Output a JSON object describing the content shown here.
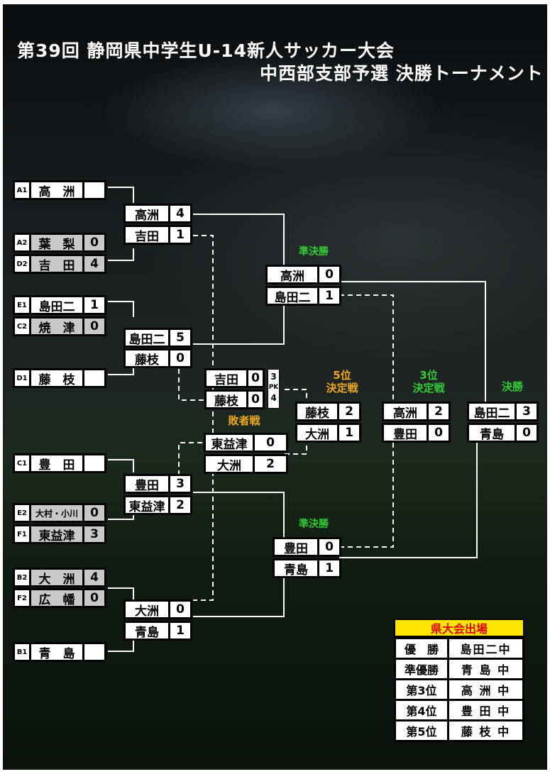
{
  "title": {
    "line1": "第39回 静岡県中学生U-14新人サッカー大会",
    "line2": "中西部支部予選 決勝トーナメント"
  },
  "colors": {
    "label_green": "#33cc33",
    "label_orange": "#f2a81c",
    "qualify_header_bg": "#ffe500",
    "qualify_header_text": "#e00000"
  },
  "seeds": [
    {
      "seed": "A1",
      "name": "高　洲",
      "score": ""
    },
    {
      "seed": "A2",
      "name": "葉　梨",
      "score": "0"
    },
    {
      "seed": "D2",
      "name": "吉　田",
      "score": "4"
    },
    {
      "seed": "E1",
      "name": "島田二",
      "score": "1"
    },
    {
      "seed": "C2",
      "name": "焼　津",
      "score": "0"
    },
    {
      "seed": "D1",
      "name": "藤　枝",
      "score": ""
    },
    {
      "seed": "C1",
      "name": "豊　田",
      "score": ""
    },
    {
      "seed": "E2",
      "name": "大村・小川",
      "score": "0"
    },
    {
      "seed": "F1",
      "name": "東益津",
      "score": "3"
    },
    {
      "seed": "B2",
      "name": "大　洲",
      "score": "4"
    },
    {
      "seed": "F2",
      "name": "広　幡",
      "score": "0"
    },
    {
      "seed": "B1",
      "name": "青　島",
      "score": ""
    }
  ],
  "round2": [
    {
      "team": "高洲",
      "score": "4"
    },
    {
      "team": "吉田",
      "score": "1"
    },
    {
      "team": "島田二",
      "score": "5"
    },
    {
      "team": "藤枝",
      "score": "0"
    },
    {
      "team": "豊田",
      "score": "3"
    },
    {
      "team": "東益津",
      "score": "2"
    },
    {
      "team": "大洲",
      "score": "0"
    },
    {
      "team": "青島",
      "score": "1"
    }
  ],
  "semis_label": "準決勝",
  "semis": [
    {
      "team": "高洲",
      "score": "0"
    },
    {
      "team": "島田二",
      "score": "1"
    },
    {
      "team": "豊田",
      "score": "0"
    },
    {
      "team": "青島",
      "score": "1"
    }
  ],
  "losers_label": "敗者戦",
  "losers_a": [
    {
      "team": "吉田",
      "score": "0"
    },
    {
      "team": "藤枝",
      "score": "0"
    }
  ],
  "pk": {
    "top": "3",
    "label": "PK",
    "bottom": "4"
  },
  "losers_b": [
    {
      "team": "東益津",
      "score": "0"
    },
    {
      "team": "大洲",
      "score": "2"
    }
  ],
  "fifth_label": "5位\n決定戦",
  "fifth": [
    {
      "team": "藤枝",
      "score": "2"
    },
    {
      "team": "大洲",
      "score": "1"
    }
  ],
  "third_label": "3位\n決定戦",
  "third": [
    {
      "team": "高洲",
      "score": "2"
    },
    {
      "team": "豊田",
      "score": "0"
    }
  ],
  "final_label": "決勝",
  "final": [
    {
      "team": "島田二",
      "score": "3"
    },
    {
      "team": "青島",
      "score": "0"
    }
  ],
  "qualifiers": {
    "header": "県大会出場",
    "rows": [
      {
        "rank": "優　勝",
        "team": "島田二中"
      },
      {
        "rank": "準優勝",
        "team": "青 島 中"
      },
      {
        "rank": "第3位",
        "team": "高 洲 中"
      },
      {
        "rank": "第4位",
        "team": "豊 田 中"
      },
      {
        "rank": "第5位",
        "team": "藤 枝 中"
      }
    ]
  }
}
